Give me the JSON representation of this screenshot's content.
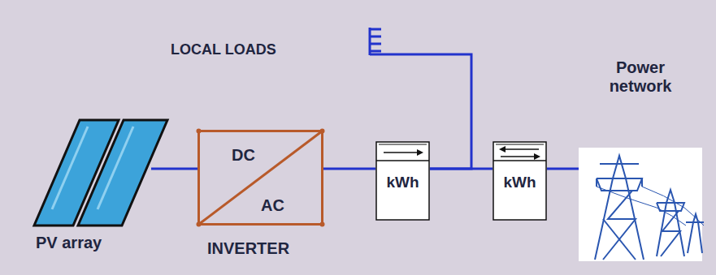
{
  "diagram": {
    "nodes": [
      {
        "text": [
          "PV array"
        ]
      },
      {
        "text": [
          "DC",
          "AC",
          "INVERTER"
        ]
      },
      {
        "text": [
          "kWh"
        ]
      },
      {
        "text": [
          "kWh"
        ]
      },
      {
        "text": [
          "Power network"
        ]
      },
      {
        "text": [
          "LOCAL LOADS"
        ]
      }
    ],
    "edges": [
      {
        "from": 0,
        "to": 1,
        "arrow": "none"
      },
      {
        "from": 1,
        "to": 2,
        "arrow": "none"
      },
      {
        "from": 2,
        "to": 3,
        "arrow": "none"
      },
      {
        "from": 3,
        "to": 4,
        "arrow": "none"
      },
      {
        "from": 2,
        "to": 5,
        "arrow": "none"
      }
    ]
  }
}
